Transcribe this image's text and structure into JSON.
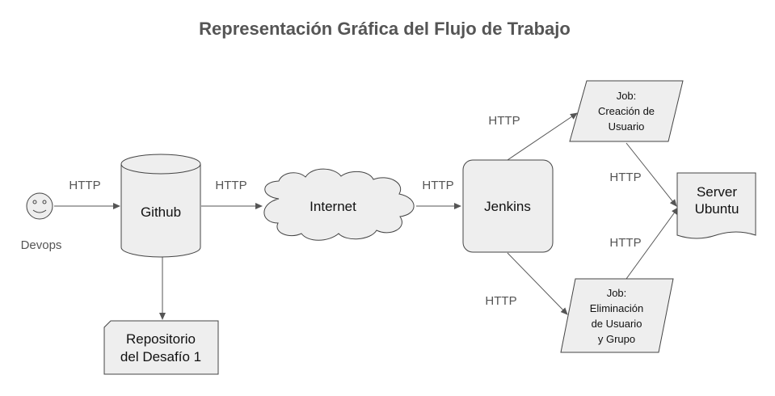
{
  "title": "Representación Gráfica del Flujo de Trabajo",
  "nodes": {
    "devops": {
      "label": "Devops"
    },
    "github": {
      "label": "Github"
    },
    "repo": {
      "lines": [
        "Repositorio",
        "del Desafío 1"
      ]
    },
    "internet": {
      "label": "Internet"
    },
    "jenkins": {
      "label": "Jenkins"
    },
    "job_create": {
      "lines": [
        "Job:",
        "Creación de",
        "Usuario"
      ]
    },
    "job_delete": {
      "lines": [
        "Job:",
        "Eliminación",
        "de Usuario",
        "y Grupo"
      ]
    },
    "server": {
      "lines": [
        "Server",
        "Ubuntu"
      ]
    }
  },
  "edges": {
    "devops_github": "HTTP",
    "github_internet": "HTTP",
    "internet_jenkins": "HTTP",
    "jenkins_create": "HTTP",
    "jenkins_delete": "HTTP",
    "create_server": "HTTP",
    "delete_server": "HTTP"
  }
}
